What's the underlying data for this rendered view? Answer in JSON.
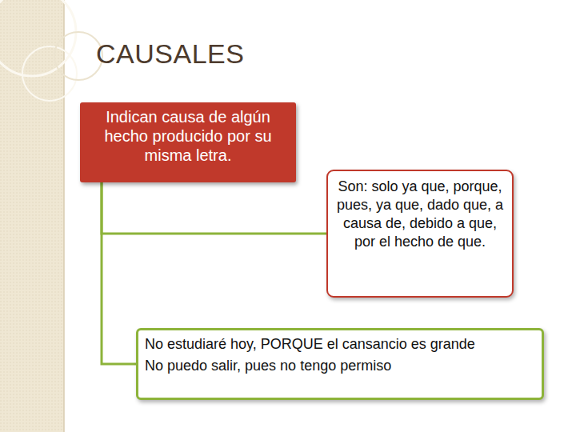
{
  "diagram": {
    "title": "CAUSALES",
    "nodes": [
      {
        "text": [
          "Indican causa de algún hecho producido por su misma letra."
        ]
      },
      {
        "text": [
          "Son: solo ya que, porque, pues, ya que, dado que, a causa de, debido a que, por el hecho de que."
        ]
      },
      {
        "text": [
          "No estudiaré hoy, PORQUE el cansancio es grande",
          "No puedo salir, pues no tengo permiso"
        ]
      }
    ],
    "edges": [
      {
        "from": 0,
        "to": 1,
        "arrow": "none"
      },
      {
        "from": 0,
        "to": 2,
        "arrow": "none"
      }
    ]
  }
}
